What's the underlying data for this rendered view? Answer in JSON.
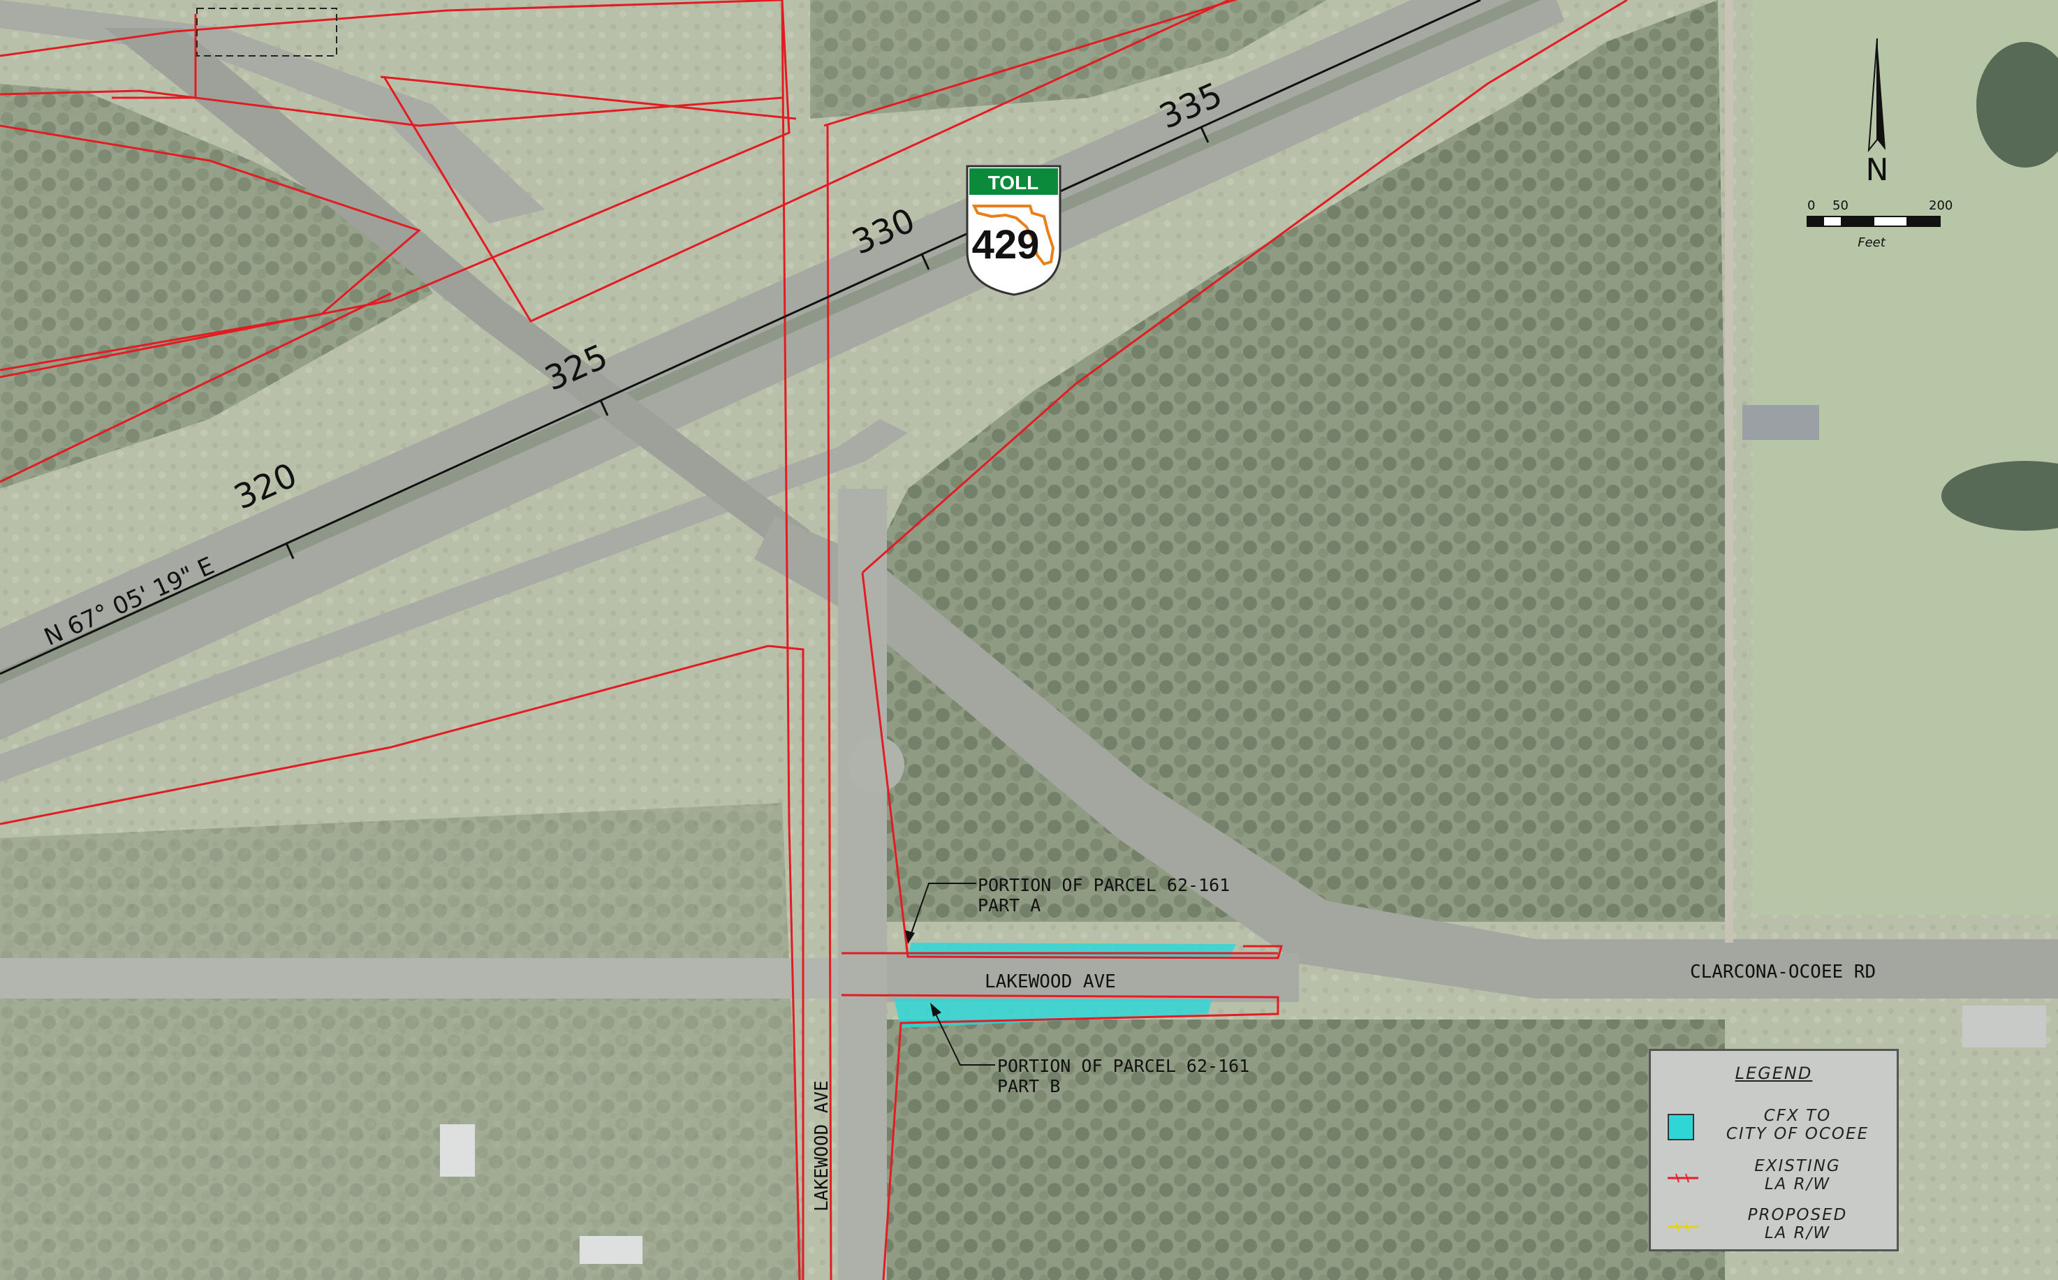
{
  "route_shield": {
    "banner": "TOLL",
    "number": "429",
    "banner_color": "#0a8a3a",
    "outline_color": "#e8801a"
  },
  "stations": [
    "320",
    "325",
    "330",
    "335"
  ],
  "bearing": "N 67° 05' 19\" E",
  "roads": {
    "lakewood_ave_horizontal": "LAKEWOOD AVE",
    "lakewood_ave_vertical": "LAKEWOOD AVE",
    "clarcona": "CLARCONA-OCOEE RD"
  },
  "callouts": {
    "part_a_line1": "PORTION OF PARCEL 62-161",
    "part_a_line2": "PART A",
    "part_b_line1": "PORTION OF PARCEL 62-161",
    "part_b_line2": "PART B"
  },
  "north_arrow": {
    "letter": "N",
    "scale_ticks": [
      "0",
      "50",
      "200"
    ],
    "scale_unit": "Feet"
  },
  "legend": {
    "title": "LEGEND",
    "items": [
      {
        "label": "CFX TO\nCITY OF OCOEE",
        "swatch_color": "#2fd6d6"
      },
      {
        "label": "EXISTING\nLA R/W",
        "swatch_color": "#e0202a"
      },
      {
        "label": "PROPOSED\nLA R/W",
        "swatch_color": "#e6d21a"
      }
    ]
  },
  "colors": {
    "row_line": "#e31b23",
    "parcel_fill": "#2fd6d6",
    "alignment": "#111111"
  }
}
